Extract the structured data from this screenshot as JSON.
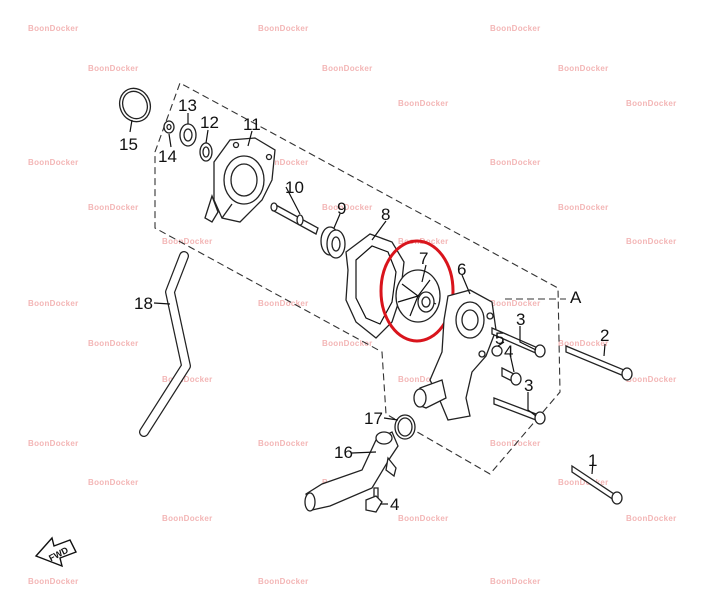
{
  "watermark": "BoonDocker",
  "highlight_color": "#d9141c",
  "callouts": {
    "c1": "1",
    "c2": "2",
    "c3a": "3",
    "c3b": "3",
    "c4a": "4",
    "c4b": "4",
    "c5": "5",
    "c6": "6",
    "c7": "7",
    "c8": "8",
    "c9": "9",
    "c10": "10",
    "c11": "11",
    "c12": "12",
    "c13": "13",
    "c14": "14",
    "c15": "15",
    "c16": "16",
    "c17": "17",
    "c18": "18",
    "view_a": "A"
  },
  "fwd_label": "FWD",
  "highlighted_part": "7"
}
